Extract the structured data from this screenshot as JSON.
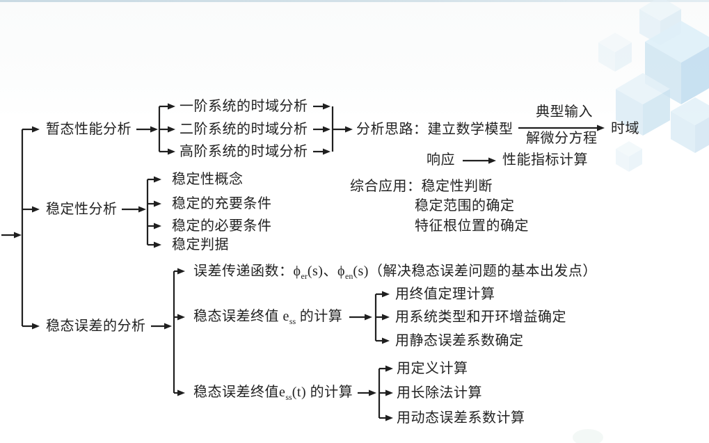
{
  "slide": {
    "top_bar_color": "#c9dae3",
    "background_color": "#ffffff",
    "line_color": "#1f1f1f",
    "text_color": "#222222"
  },
  "decor": {
    "cube_pattern_colors": [
      "#dff0f9",
      "#c3def0",
      "#d3e7f3",
      "#e6f2f9",
      "#cde4f1"
    ]
  },
  "tree": {
    "transient": {
      "label": "暂态性能分析",
      "children": [
        "一阶系统的时域分析",
        "二阶系统的时域分析",
        "高阶系统的时域分析"
      ]
    },
    "flow": {
      "lead": "分析思路：建立数学模型",
      "arrow_above": "典型输入",
      "arrow_below": "解微分方程",
      "domain": "时域",
      "response": "响应",
      "response_target": "性能指标计算"
    },
    "application": {
      "lead": "综合应用：稳定性判断",
      "items": [
        "稳定范围的确定",
        "特征根位置的确定"
      ]
    },
    "stability": {
      "label": "稳定性分析",
      "children": [
        "稳定性概念",
        "稳定的充要条件",
        "稳定的必要条件",
        "稳定判据"
      ]
    },
    "steady_state": {
      "label": "稳态误差的分析",
      "error_tf": {
        "p1": "误差传递函数：ϕ",
        "s1": "er",
        "p2": "(s)、ϕ",
        "s2": "en",
        "p3": "(s)（解决稳态误差问题的基本出发点）"
      },
      "ess": {
        "p1": "稳态误差终值 e",
        "s1": "ss",
        "p2": " 的计算",
        "children": [
          "用终值定理计算",
          "用系统类型和开环增益确定",
          "用静态误差系数确定"
        ]
      },
      "ess_t": {
        "p1": "稳态误差终值e",
        "s1": "ss",
        "p2": "(t) 的计算",
        "children": [
          "用定义计算",
          "用长除法计算",
          "用动态误差系数计算"
        ]
      }
    }
  }
}
